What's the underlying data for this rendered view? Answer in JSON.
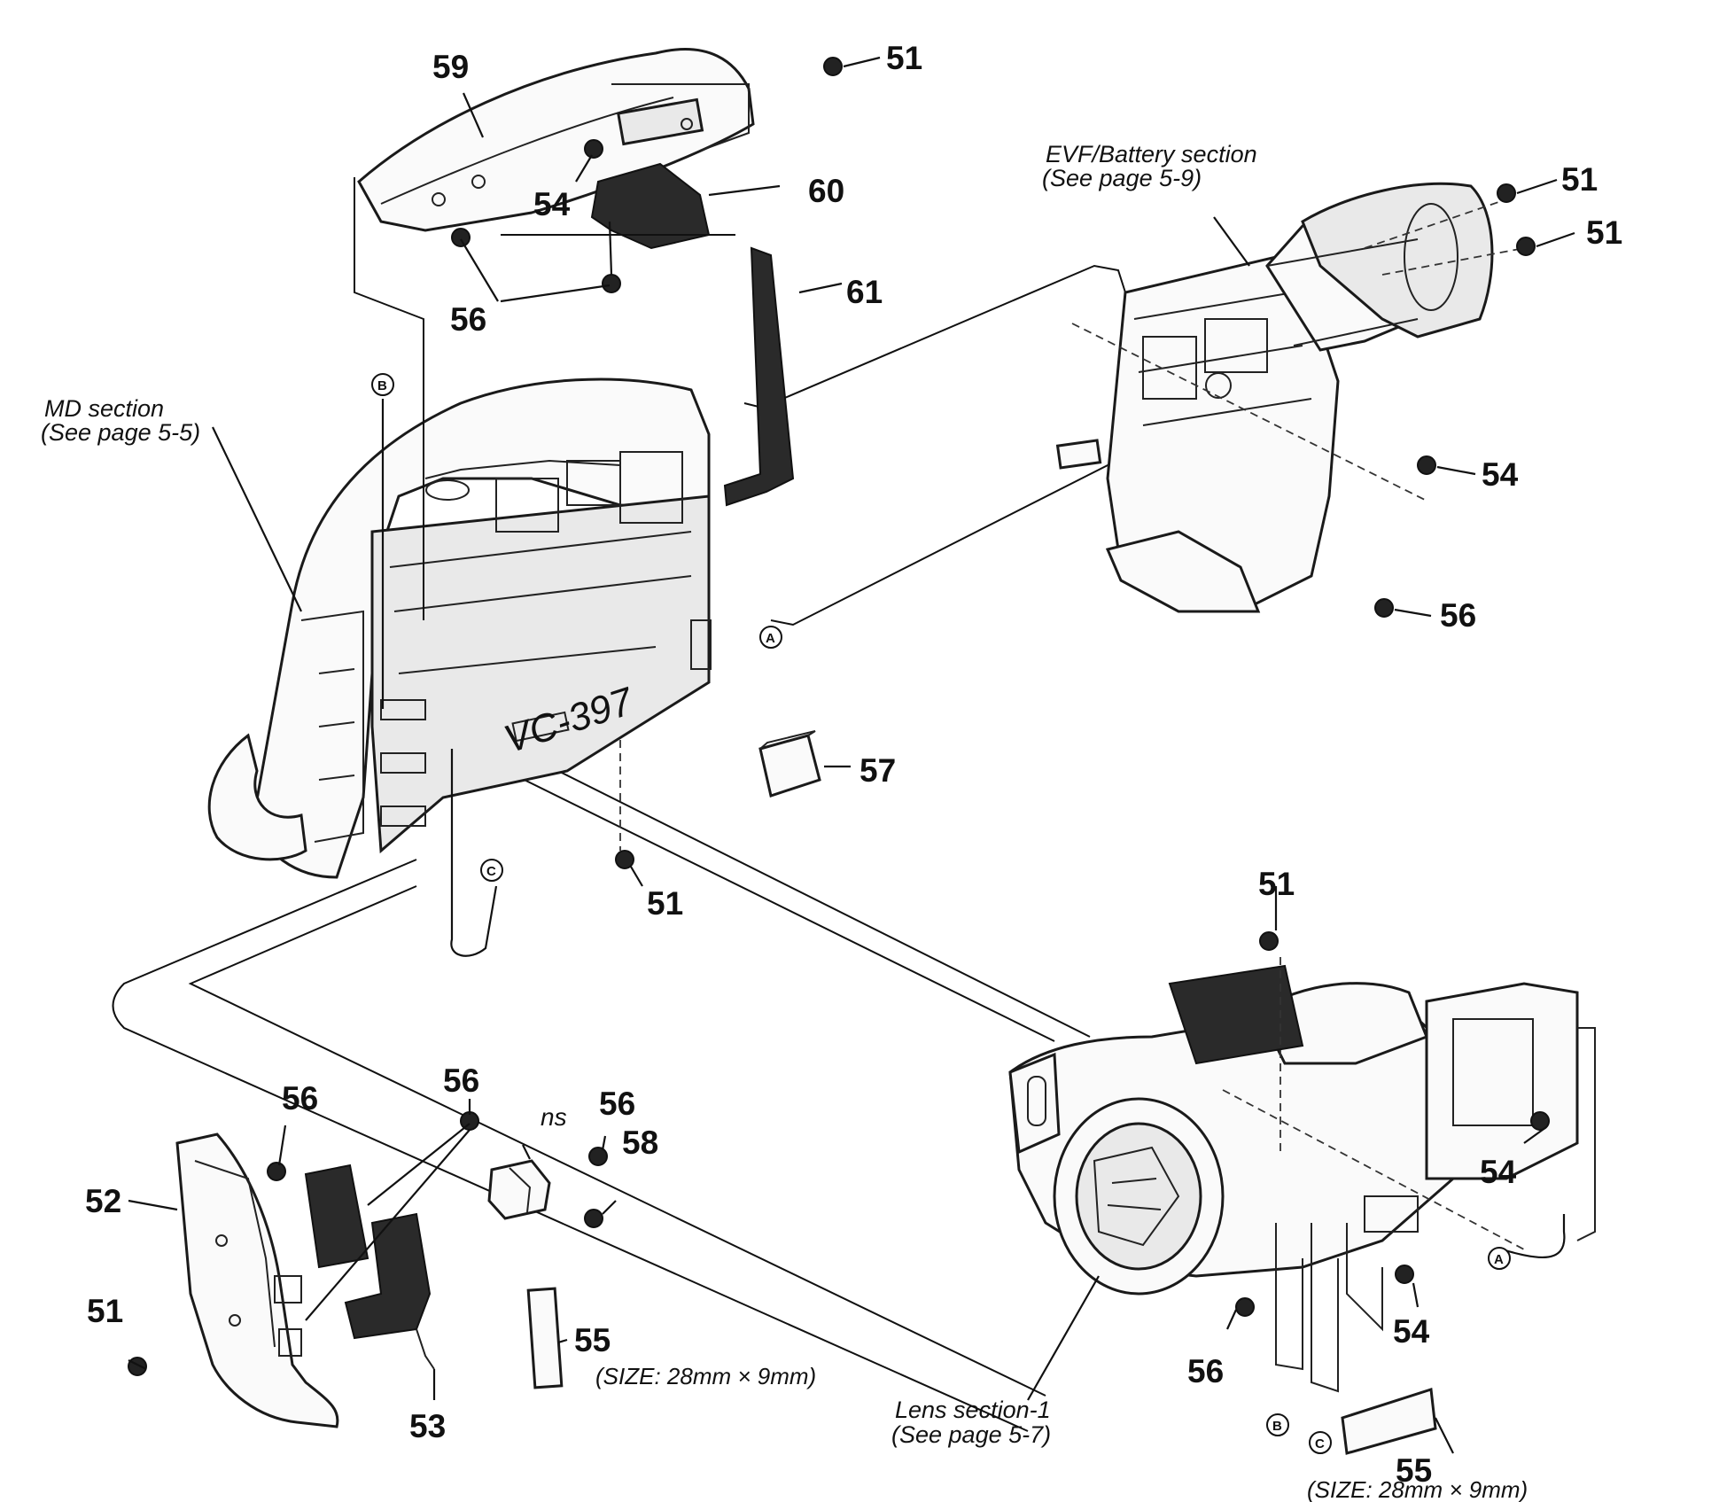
{
  "labels": {
    "p51": "51",
    "p52": "52",
    "p53": "53",
    "p54": "54",
    "p55": "55",
    "p56": "56",
    "p57": "57",
    "p58": "58",
    "p59": "59",
    "p60": "60",
    "p61": "61",
    "ns": "ns"
  },
  "sections": {
    "md": {
      "line1": "MD section",
      "line2": "(See page 5-5)"
    },
    "evf": {
      "line1": "EVF/Battery section",
      "line2": "(See page 5-9)"
    },
    "lens": {
      "line1": "Lens section-1",
      "line2": "(See page 5-7)"
    }
  },
  "size_note": "(SIZE: 28mm × 9mm)",
  "board_label": "VC-397",
  "connectors": {
    "a": "A",
    "b": "B",
    "c": "C"
  }
}
